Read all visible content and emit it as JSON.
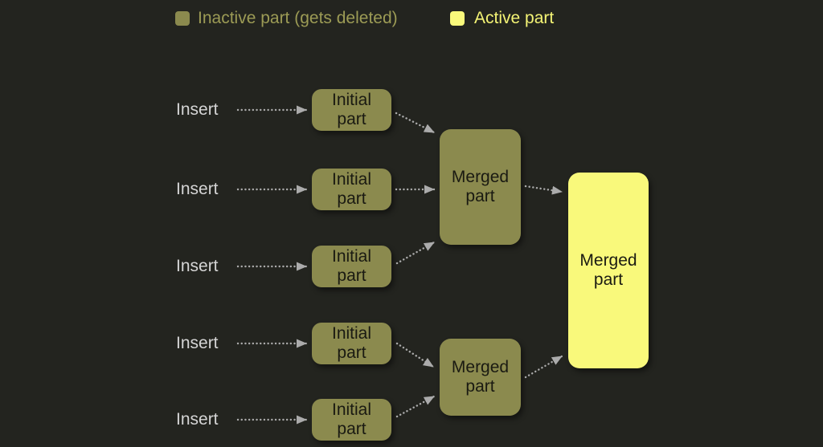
{
  "legend": {
    "items": [
      {
        "id": "inactive",
        "label": "Inactive part (gets deleted)",
        "swatch_color": "#8b8a4e",
        "text_color": "#9c9b55"
      },
      {
        "id": "active",
        "label": "Active part",
        "swatch_color": "#f9f97b",
        "text_color": "#f4f475"
      }
    ]
  },
  "colors": {
    "background": "#23241f",
    "inactive_part": "#8b8a4e",
    "active_part": "#f9f97b",
    "inactive_text": "#9c9b55",
    "active_text": "#f4f475",
    "insert_text": "#d5d5d5",
    "arrow": "#ababab",
    "box_text": "#1a1a12"
  },
  "diagram": {
    "rows": [
      {
        "insert_label": "Insert",
        "part_label": "Initial part"
      },
      {
        "insert_label": "Insert",
        "part_label": "Initial part"
      },
      {
        "insert_label": "Insert",
        "part_label": "Initial part"
      },
      {
        "insert_label": "Insert",
        "part_label": "Initial part"
      },
      {
        "insert_label": "Insert",
        "part_label": "Initial part"
      }
    ],
    "merged_top": {
      "label": "Merged part"
    },
    "merged_bottom": {
      "label": "Merged part"
    },
    "merged_final": {
      "label": "Merged part"
    }
  }
}
